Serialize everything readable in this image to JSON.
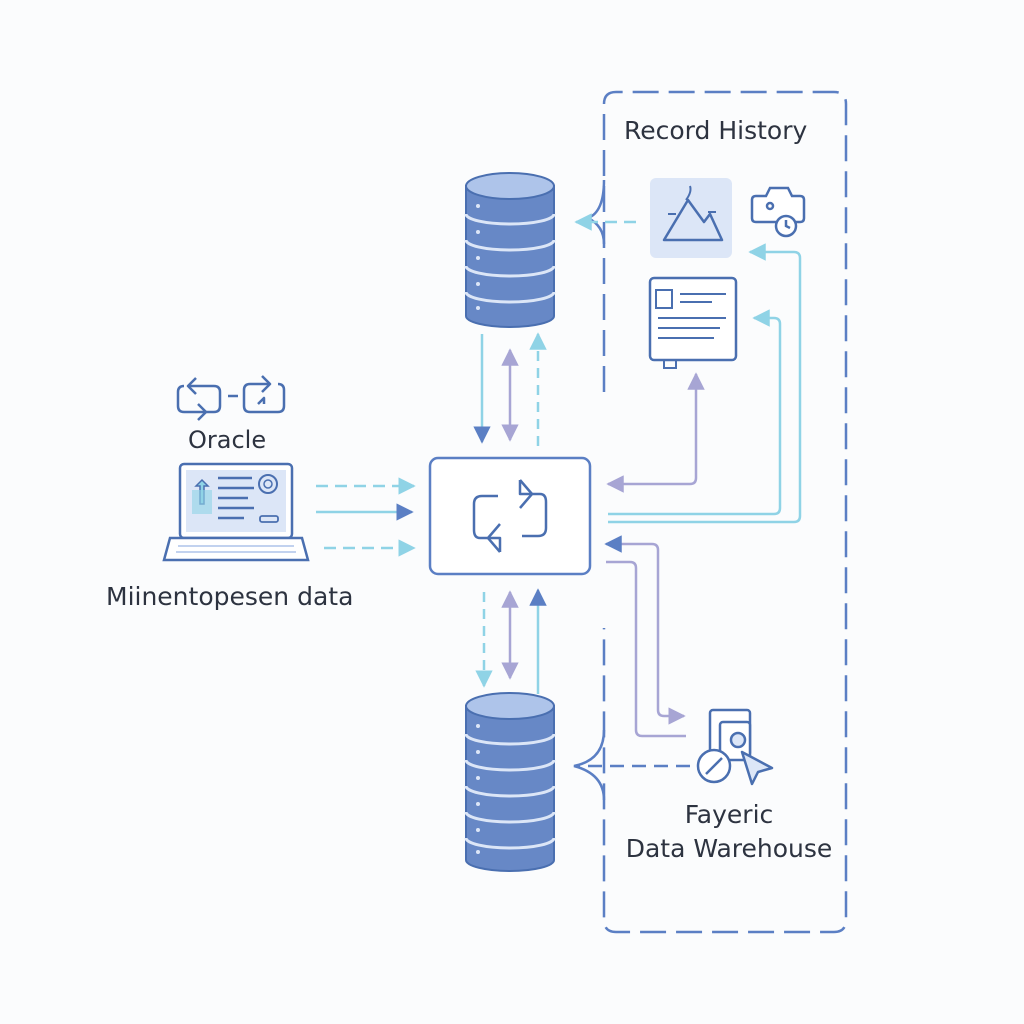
{
  "labels": {
    "record_history": "Record History",
    "oracle": "Oracle",
    "source_data": "Miinentopesen data",
    "fabric_line1": "Fayeric",
    "fabric_line2": "Data Warehouse"
  },
  "colors": {
    "primary_stroke": "#4a6fb0",
    "cylinder_fill": "#6788c6",
    "cylinder_top": "#aec4ea",
    "panel_fill": "#dce6f7",
    "arrow_cyan": "#8fd3e6",
    "arrow_lavender": "#a7a5d4",
    "arrow_blue": "#5b7fc4",
    "text": "#2d3340"
  },
  "icons": [
    "sync-icon",
    "laptop-icon",
    "database-icon",
    "image-icon",
    "camera-clock-icon",
    "document-icon",
    "warehouse-tool-icon"
  ]
}
